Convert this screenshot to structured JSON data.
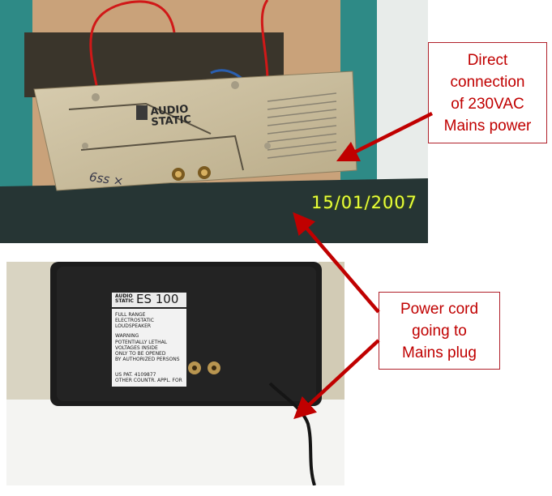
{
  "top_photo": {
    "date_stamp": "15/01/2007",
    "board_logo": "AUDIO\nSTATIC",
    "handwritten_note": "6ss ×"
  },
  "bottom_photo": {
    "plate": {
      "brand": "AUDIO\nSTATIC",
      "model": "ES 100",
      "description": "FULL RANGE\nELECTROSTATIC\nLOUDSPEAKER",
      "warning_title": "WARNING",
      "warning_text": "POTENTIALLY LETHAL\nVOLTAGES INSIDE\nONLY TO BE OPENED\nBY AUTHORIZED PERSONS",
      "patent": "US PAT. 4109877\nOTHER COUNTR. APPL. FOR"
    }
  },
  "callouts": {
    "mains": "Direct\nconnection\nof 230VAC\nMains power",
    "cord": "Power cord\ngoing to\nMains plug"
  },
  "colors": {
    "callout_text": "#c00000",
    "callout_border": "#b0202a",
    "arrow": "#c00000"
  }
}
